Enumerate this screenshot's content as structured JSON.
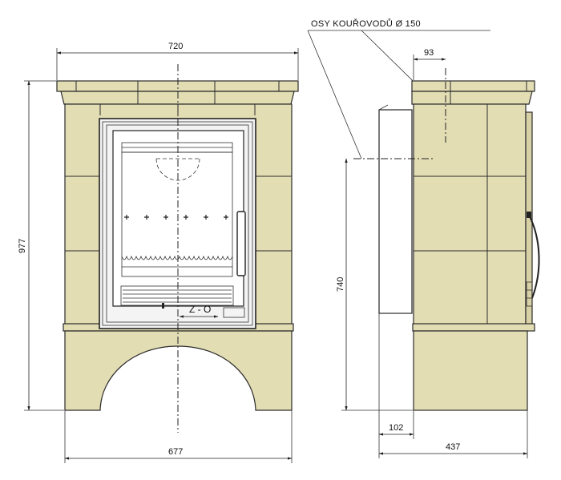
{
  "labels": {
    "flue_axes": "OSY  KOUŘOVODŮ Ø 150",
    "control": "Z - O"
  },
  "dimensions": {
    "front_top_width": "720",
    "front_base_width": "677",
    "front_height": "977",
    "flue_height": "740",
    "side_flue_offset": "93",
    "side_rear_offset": "102",
    "side_depth": "437"
  },
  "colors": {
    "tile": "#e3ddb4",
    "line": "#2b2b2b"
  }
}
